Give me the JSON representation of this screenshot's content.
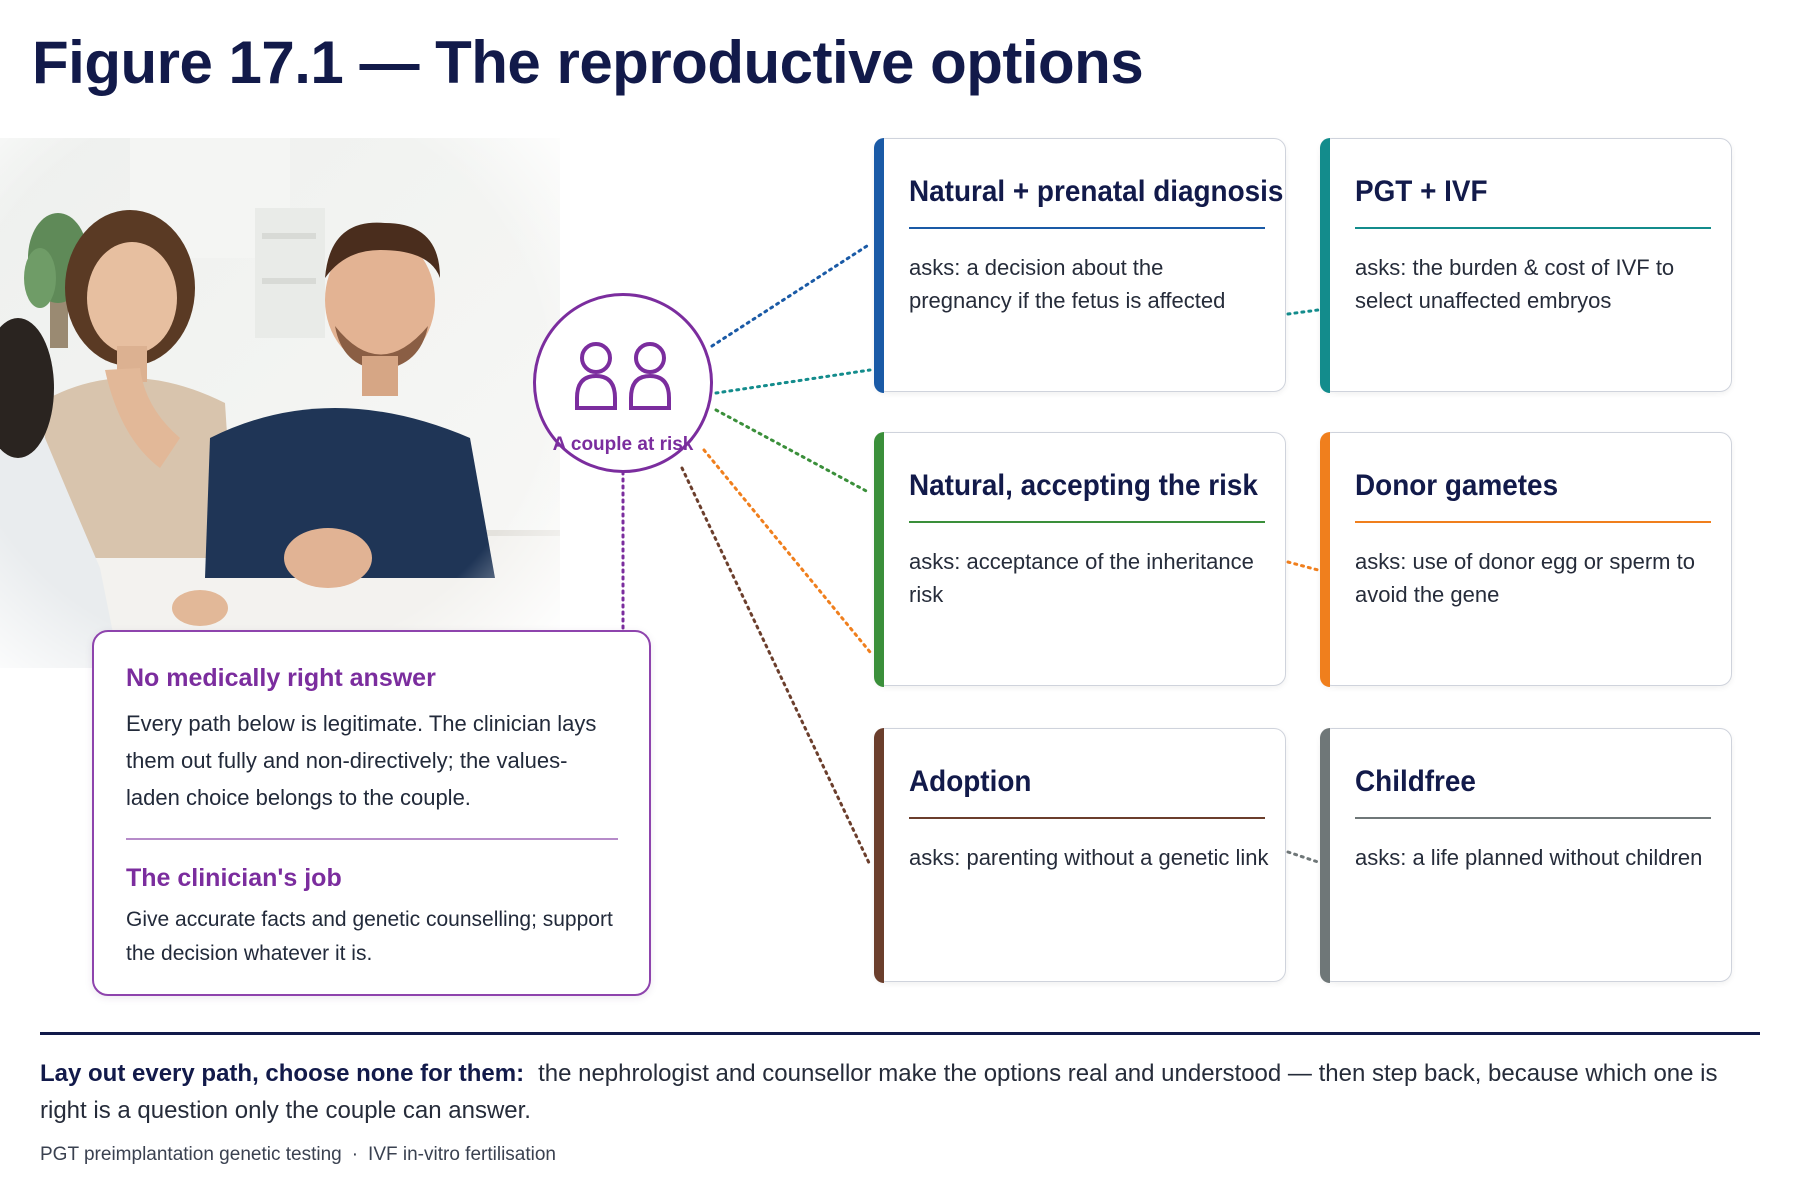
{
  "title": "Figure 17.1 — The reproductive options",
  "hub": {
    "label": "A couple at risk",
    "icon": "couple-icon",
    "color": "#7b2d9e"
  },
  "note": {
    "heading1": "No medically right answer",
    "body1": "Every path below is legitimate. The clinician lays them out fully and non-directively; the values-laden choice belongs to the couple.",
    "heading2": "The clinician's job",
    "body2": "Give accurate facts and genetic counselling; support the decision whatever it is."
  },
  "options": [
    {
      "key": "natural-prenatal",
      "title": "Natural + prenatal diagnosis",
      "text": "asks: a decision about the pregnancy if the fetus is affected",
      "color": "#1a5aa6"
    },
    {
      "key": "pgt-ivf",
      "title": "PGT + IVF",
      "text": "asks: the burden & cost of IVF to select unaffected embryos",
      "color": "#138c8c"
    },
    {
      "key": "natural-accepting",
      "title": "Natural, accepting the risk",
      "text": "asks: acceptance of the inheritance risk",
      "color": "#3a8f3a"
    },
    {
      "key": "donor-gametes",
      "title": "Donor gametes",
      "text": "asks: use of donor egg or sperm to avoid the gene",
      "color": "#f07f1d"
    },
    {
      "key": "adoption",
      "title": "Adoption",
      "text": "asks: parenting without a genetic link",
      "color": "#6b3e2c"
    },
    {
      "key": "childfree",
      "title": "Childfree",
      "text": "asks: a life planned without children",
      "color": "#6f7778"
    }
  ],
  "footer": {
    "lead": "Lay out every path, choose none for them:",
    "text": "the nephrologist and counsellor make the options real and understood — then step back, because which one is right is a question only the couple can answer."
  },
  "abbreviations": [
    "PGT preimplantation genetic testing",
    "IVF in-vitro fertilisation"
  ]
}
